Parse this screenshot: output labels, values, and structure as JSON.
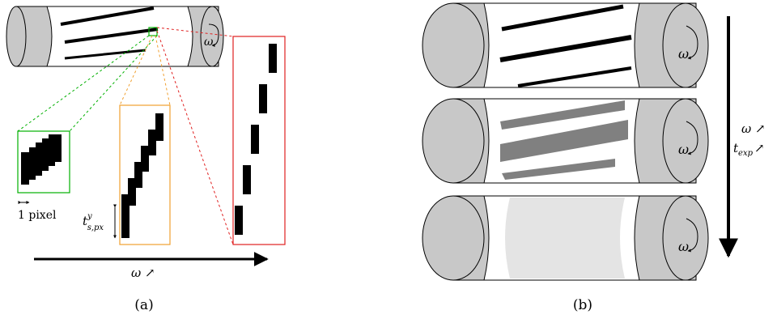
{
  "panel_a": {
    "caption": "(a)",
    "pixel_label": "1 pixel",
    "time_symbol": "t",
    "time_sup": "y",
    "time_sub": "s,px",
    "omega": "ω",
    "omega_arrow_label": "ω ↗"
  },
  "panel_b": {
    "caption": "(b)",
    "omega": "ω",
    "right_label_omega": "ω ↗",
    "right_label_texp": "t",
    "right_label_texp_sub": "exp",
    "right_label_texp_arrow": "↗"
  },
  "colors": {
    "cap_gray": "#c8c8c8",
    "green_box": "#00b000",
    "orange_box": "#f0a030",
    "red_box": "#e02020",
    "mid_blur": "#808080",
    "light_blur": "#e4e4e4"
  }
}
